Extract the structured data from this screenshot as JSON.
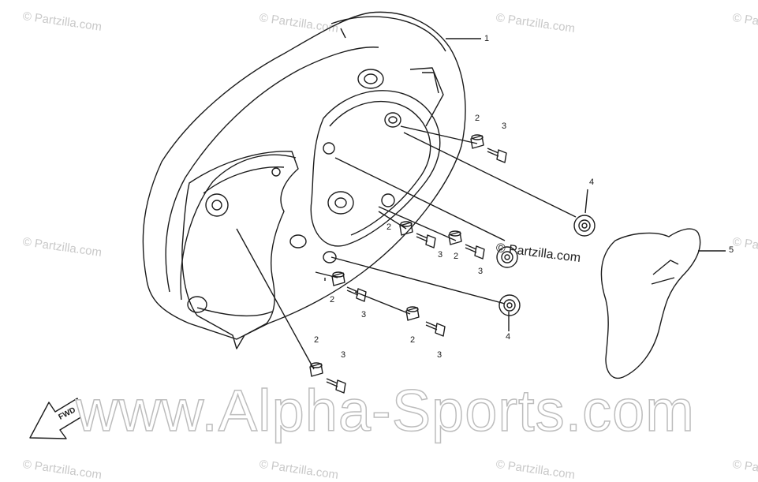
{
  "watermark": {
    "partzilla": "© Partzilla.com",
    "site": "www.Alpha-Sports.com"
  },
  "fwd_label": "FWD",
  "callouts": {
    "c1": "1",
    "c2a": "2",
    "c3a": "3",
    "c4a": "4",
    "c2b": "2",
    "c3b": "3",
    "c2c": "2",
    "c3c": "3",
    "c5": "5",
    "c2d": "2",
    "c3d": "3",
    "c4b": "4",
    "c2e": "2",
    "c3e": "3",
    "c2f": "2",
    "c3f": "3"
  }
}
